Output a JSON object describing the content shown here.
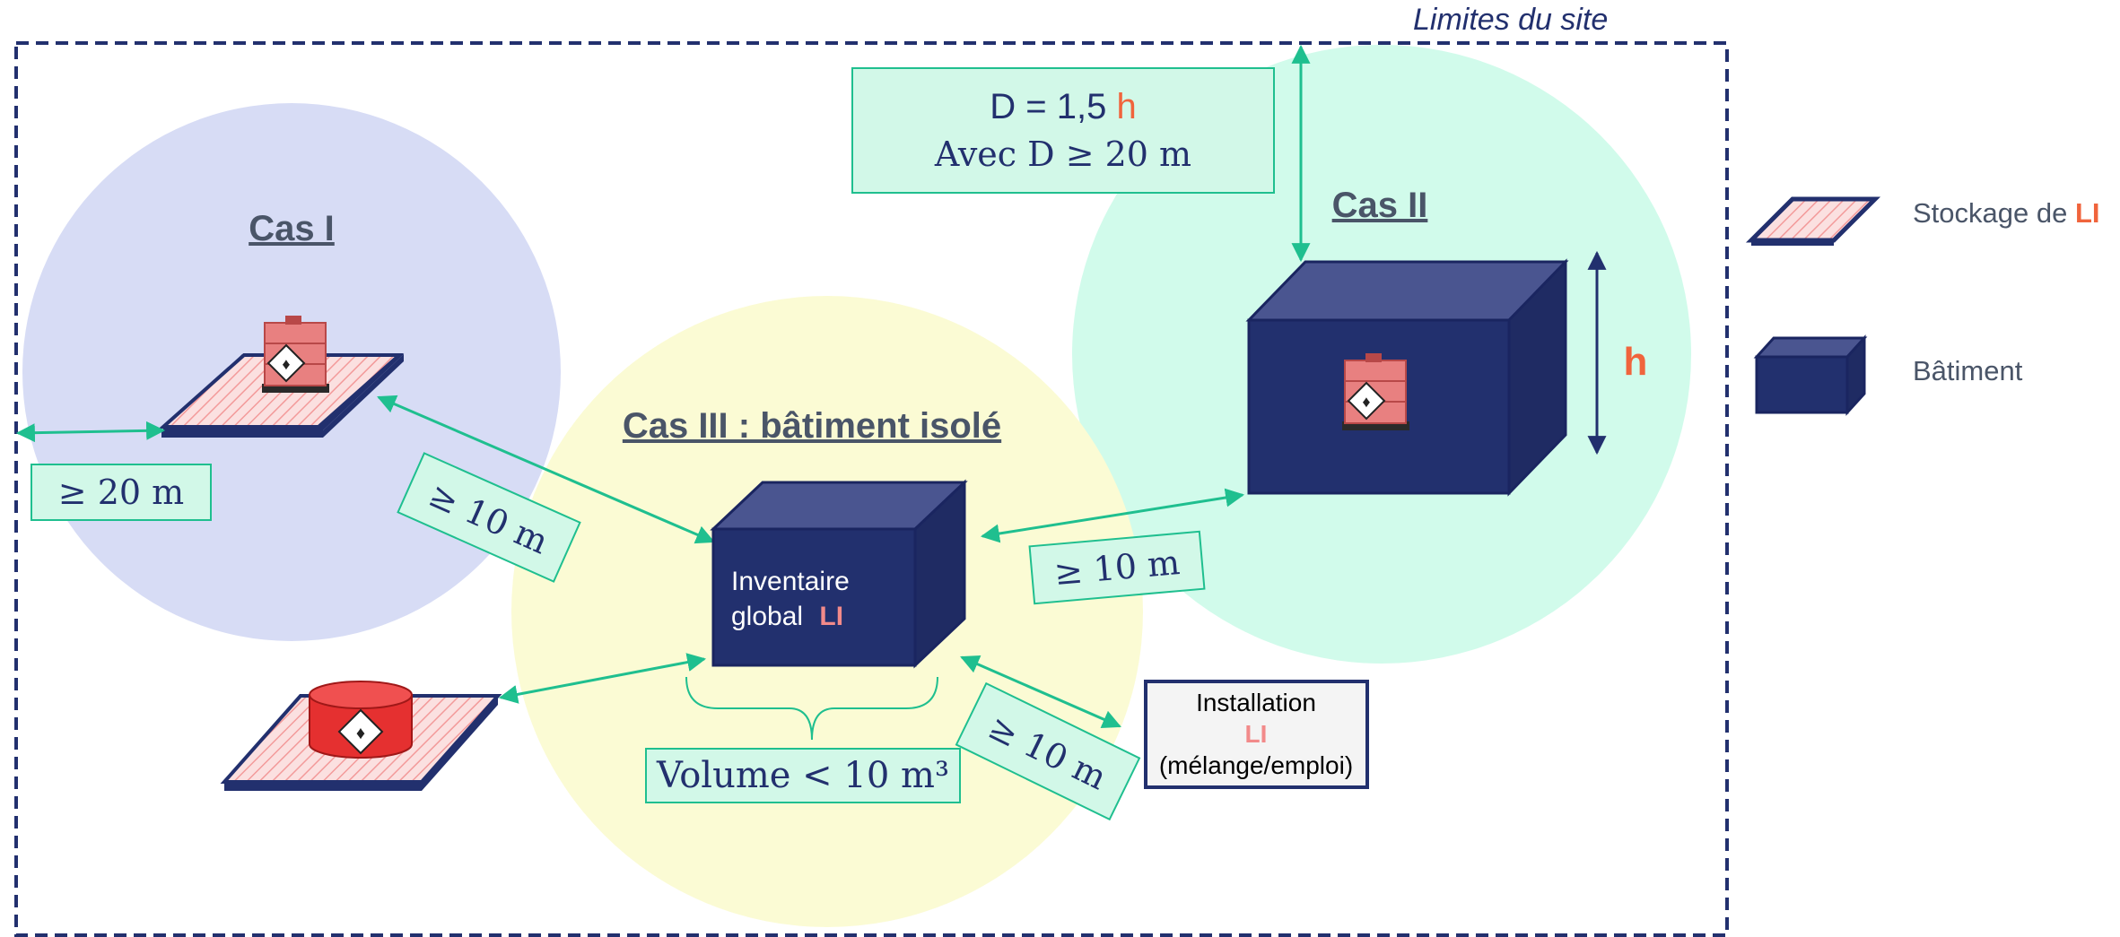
{
  "site_limit_label": "Limites du site",
  "formula": {
    "line1_prefix": "D = 1,5 ",
    "line1_h": "h",
    "line2": "Avec D ≥ 20 m"
  },
  "cases": {
    "case1": {
      "title": "Cas I",
      "distance_label": "≥ 20 m",
      "distance_label_2": "≥ 10 m"
    },
    "case2": {
      "title": "Cas II",
      "height_label": "h",
      "distance_label": "≥ 10 m"
    },
    "case3": {
      "title": "Cas III : bâtiment isolé",
      "building_line1": "Inventaire",
      "building_line2": "global",
      "building_li": "LI",
      "volume_label": "Volume < 10 m³",
      "distance_label": "≥ 10 m"
    }
  },
  "installation": {
    "line1": "Installation",
    "line2": "LI",
    "line3": "(mélange/emploi)"
  },
  "legend": {
    "storage_label_prefix": "Stockage de ",
    "storage_label_li": "LI",
    "building_label": "Bâtiment"
  },
  "colors": {
    "navy": "#22306e",
    "navy_light": "#3a4a8a",
    "green": "#1fbf8f",
    "label_fill": "#d2f8e8",
    "circle1": "#d7dcf5",
    "circle2": "#d1fbeb",
    "circle3": "#fbfbd4",
    "accent": "#f0643c",
    "title_grey": "#4a5568",
    "hazard": "#e06a6a"
  }
}
